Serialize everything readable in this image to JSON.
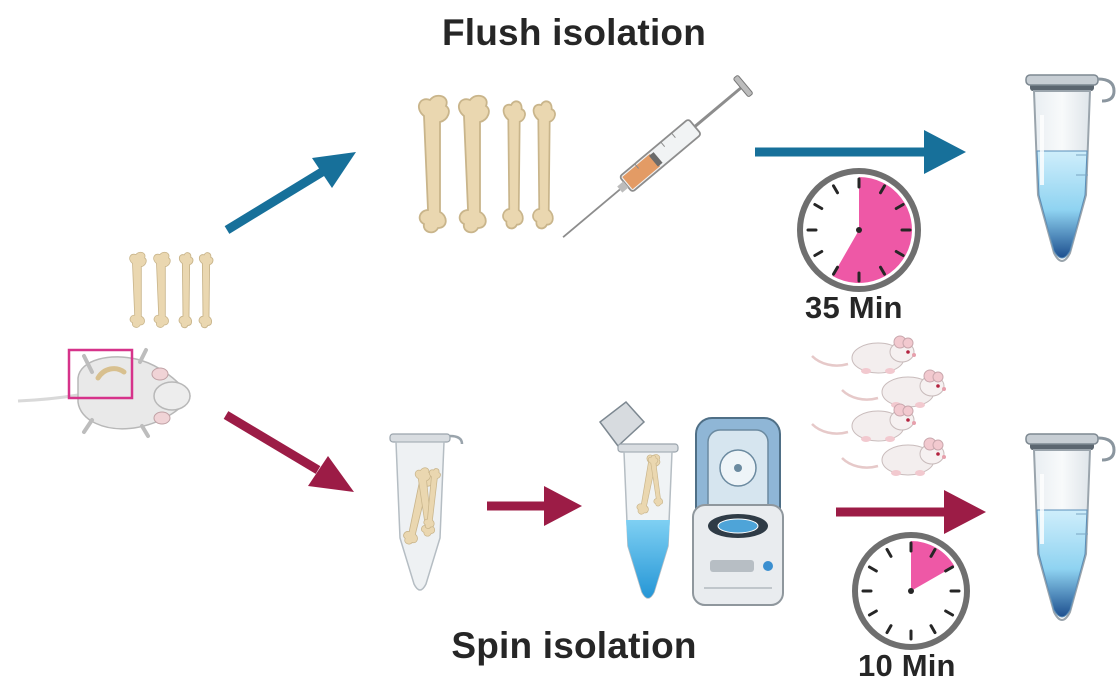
{
  "titles": {
    "flush": "Flush isolation",
    "spin": "Spin isolation"
  },
  "timers": {
    "flush": {
      "label": "35 Min",
      "minutes": 35,
      "fraction": 0.583
    },
    "spin": {
      "label": "10 Min",
      "minutes": 10,
      "fraction": 0.167
    }
  },
  "colors": {
    "flush_arrow": "#17709a",
    "spin_arrow": "#9c1c46",
    "timer_fill": "#ee58a6",
    "bone": "#ead7b0",
    "bone_outline": "#c9b58b",
    "liquid": "#8fd3f1",
    "liquid_dark": "#1d4f8f",
    "spin_liquid": "#4bb6e6",
    "highlight_box": "#d6338a"
  },
  "icons": [
    "mouse-icon",
    "bones-icon",
    "syringe-icon",
    "microtube-icon",
    "centrifuge-icon",
    "stopwatch-icon",
    "lab-mouse-icon"
  ]
}
